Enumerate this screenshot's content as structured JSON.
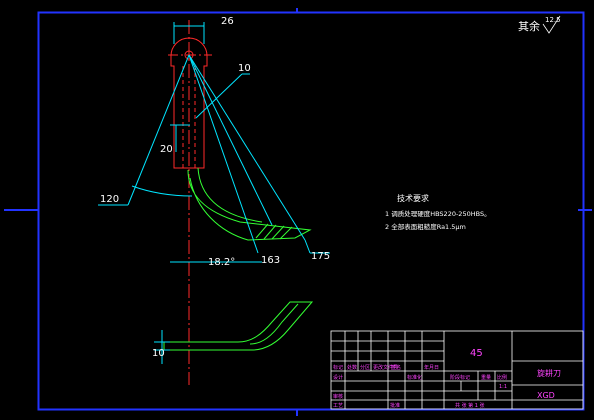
{
  "roughness": {
    "prefix": "其余",
    "value": "12.5"
  },
  "dimensions": {
    "width_top": "26",
    "slot": "10",
    "offset": "20",
    "radius_120": "120",
    "angle": "18.2°",
    "radius_163": "163",
    "radius_175": "175",
    "thickness": "10"
  },
  "tech_requirements": {
    "title": "技术要求",
    "items": [
      "1  调质处理硬度HBS220-250HBS。",
      "2  全部表面粗糙度Ra1.5μm"
    ]
  },
  "title_block": {
    "material": "45",
    "part_name": "旋耕刀",
    "code": "XGD",
    "scale": "1:1",
    "sheet": "共 张 第 1 张",
    "labels": {
      "mark": "标记",
      "count": "处数",
      "zone": "分区",
      "change_doc": "更改文件号",
      "sign": "签名",
      "date": "年月日",
      "designer": "设计",
      "standardize": "标准化",
      "stage_mark": "阶段标记",
      "weight": "重量",
      "scale_label": "比例",
      "review": "审核",
      "process": "工艺",
      "approve": "批准"
    }
  },
  "colors": {
    "background": "#000000",
    "frame": "#2233ff",
    "part_outline": "#33ff33",
    "center_lines": "#ff2a2a",
    "dimension_lines": "#00e5ff",
    "text": "#ffffff",
    "title_text": "#ff44ff"
  }
}
